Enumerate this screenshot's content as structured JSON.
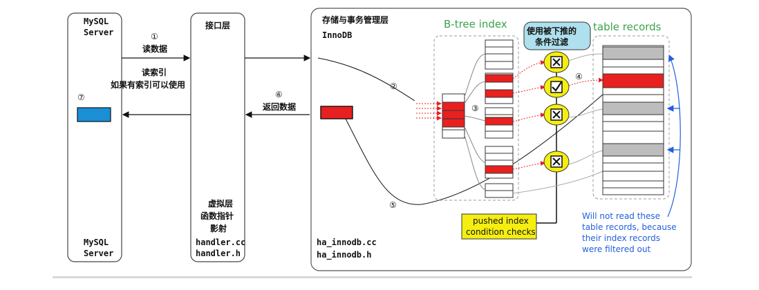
{
  "mysql_server": {
    "top_line1": "MySQL",
    "top_line2": "Server",
    "bottom_line1": "MySQL",
    "bottom_line2": "Server"
  },
  "interface_layer": {
    "title": "接口层",
    "virtual_line1": "虚拟层",
    "virtual_line2": "函数指针",
    "virtual_line3": "影射",
    "file1": "handler.cc",
    "file2": "handler.h"
  },
  "storage_layer": {
    "title": "存储与事务管理层",
    "engine": "InnoDB",
    "file1": "ha_innodb.cc",
    "file2": "ha_innodb.h"
  },
  "steps": {
    "s1": "①",
    "s1_label": "读数据",
    "read_index": "读索引",
    "read_index_note": "如果有索引可以使用",
    "s6": "⑥",
    "s6_label": "返回数据",
    "s7": "⑦",
    "s2": "②",
    "s3": "③",
    "s4": "④",
    "s5": "⑤"
  },
  "btree": {
    "title": "B-tree index"
  },
  "condition_bubble": {
    "line1": "使用被下推的",
    "line2": "条件过滤"
  },
  "table_records": {
    "title": "table records"
  },
  "pushed_box": {
    "line1": "pushed index",
    "line2": "condition checks"
  },
  "note": {
    "line1": "Will not read these",
    "line2": "table records, because",
    "line3": "their index records",
    "line4": "were filtered out"
  },
  "colors": {
    "red": "#e8201f",
    "blue": "#1b8fd6",
    "yellow": "#f5ee11",
    "gray": "#bdbdbd",
    "green": "#3aa14a",
    "note_blue": "#1f5fe0",
    "bubble": "#aee0ee"
  }
}
